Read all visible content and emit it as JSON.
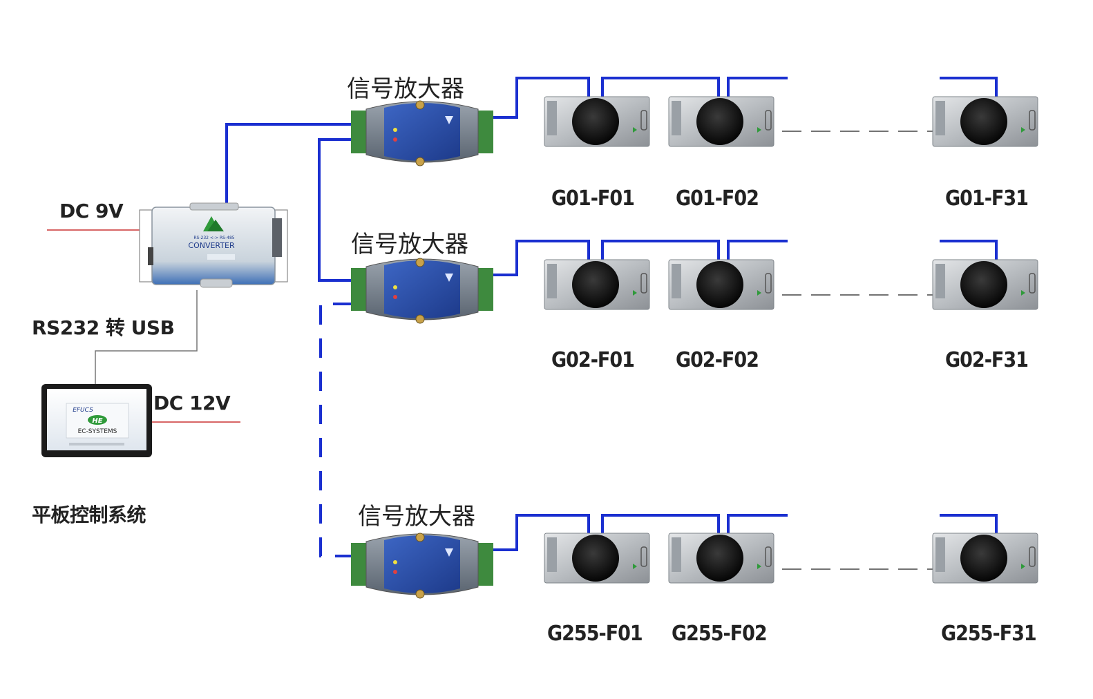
{
  "left": {
    "dc9v_label": "DC 9V",
    "converter_text": "CONVERTER",
    "converter_small_text": "RS-232 <-> RS-485",
    "rs232_label": "RS232 转 USB",
    "tablet_brand": "EFUCS",
    "tablet_logo": "HE",
    "tablet_system": "EC-SYSTEMS",
    "dc12v_label": "DC 12V",
    "system_label": "平板控制系统"
  },
  "groups": [
    {
      "amplifier_label": "信号放大器",
      "fans": [
        "G01-F01",
        "G01-F02",
        "G01-F31"
      ]
    },
    {
      "amplifier_label": "信号放大器",
      "fans": [
        "G02-F01",
        "G02-F02",
        "G02-F31"
      ]
    },
    {
      "amplifier_label": "信号放大器",
      "fans": [
        "G255-F01",
        "G255-F02",
        "G255-F31"
      ]
    }
  ],
  "colors": {
    "bus_line": "#1a2fd0",
    "power_line": "#cc3333",
    "usb_line": "#777777",
    "amplifier_body": "#2a4fa8",
    "terminal_green": "#3e8a3e",
    "fan_body": "#bfc3c7"
  }
}
